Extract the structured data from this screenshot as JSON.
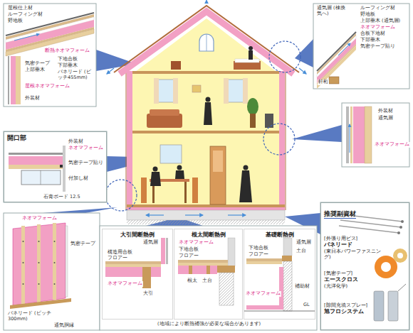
{
  "diagram": {
    "nodes": [
      {
        "text": [
          "開口部"
        ]
      },
      {
        "text": [
          "大引間断熱例"
        ]
      },
      {
        "text": [
          "根太間断熱例"
        ]
      },
      {
        "text": [
          "基礎断熱例"
        ]
      },
      {
        "text": [
          "推奨副資材"
        ]
      },
      {
        "text": [
          "[外張り用ビス]",
          "パネリード",
          "(東日本パワーファスニング)"
        ],
        "in": 4
      },
      {
        "text": [
          "[気密テープ]",
          "エースクロス",
          "(光洋化学)"
        ],
        "in": 4
      },
      {
        "text": [
          "[隙間充填スプレー]",
          "旭フロシステム"
        ],
        "in": 4
      }
    ],
    "labels": [
      "屋根仕上材",
      "ルーフィング材",
      "野地板",
      "断熱ネオマフォーム",
      "気密テープ",
      "上部垂木",
      "下地合板",
      "下部垂木",
      "パネリード (ピッチ455mm)",
      "屋根ネオマフォーム",
      "外装材",
      "通気層 (棟換気へ)",
      "ルーフィング材",
      "野地板",
      "上部垂木 (通気層)",
      "ネオマフォーム",
      "合板下地材",
      "下部垂木",
      "気密テープ貼り",
      "軒桁",
      "外装材",
      "通気層",
      "ネオマフォーム",
      "外装材",
      "ネオマフォーム",
      "気密テープ貼り",
      "付加し材",
      "石膏ボード 12.5",
      "ネオマフォーム",
      "気密テープ",
      "パネリード (ピッチ300mm)",
      "通気胴縁",
      "通気層",
      "構造用合板",
      "フロアー",
      "ネオマフォーム",
      "大引",
      "ネオマフォーム",
      "下地合板",
      "フロアー",
      "土台",
      "根太",
      "通気層",
      "土台",
      "下地合板",
      "フロアー",
      "ネオマフォーム",
      "補助材",
      "GL",
      "(地域により断熱補強が必要な場合があります)"
    ]
  }
}
